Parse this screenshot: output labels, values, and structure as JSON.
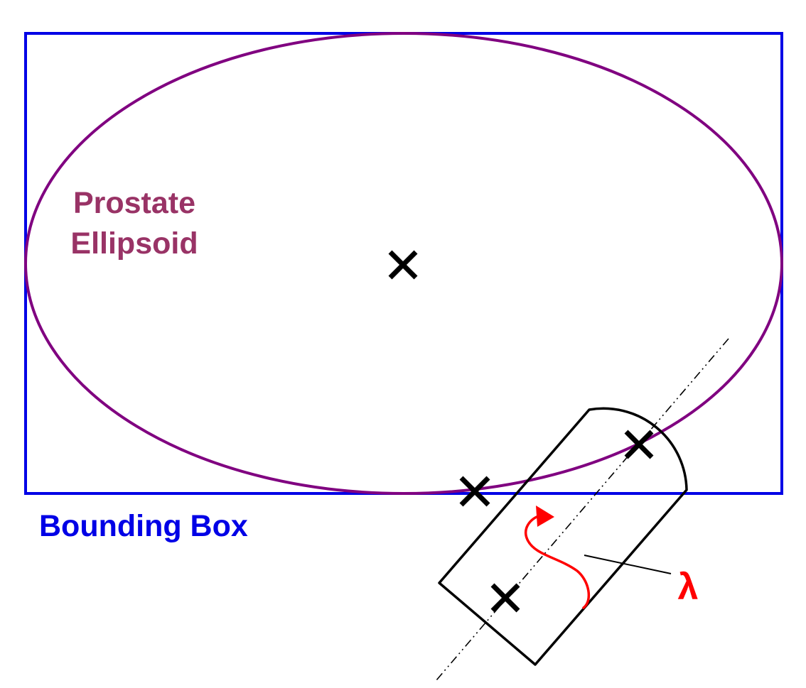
{
  "labels": {
    "ellipse_line1": "Prostate",
    "ellipse_line2": "Ellipsoid",
    "bounding_box": "Bounding Box",
    "rotation": "λ"
  },
  "colors": {
    "bounding_box": "#0000e6",
    "ellipse": "#800080",
    "ellipse_label": "#993366",
    "probe": "#000000",
    "rotation": "#ff0000"
  },
  "icons": {
    "marker": "cross-marker-icon",
    "rotation": "rotation-arrow-icon"
  }
}
